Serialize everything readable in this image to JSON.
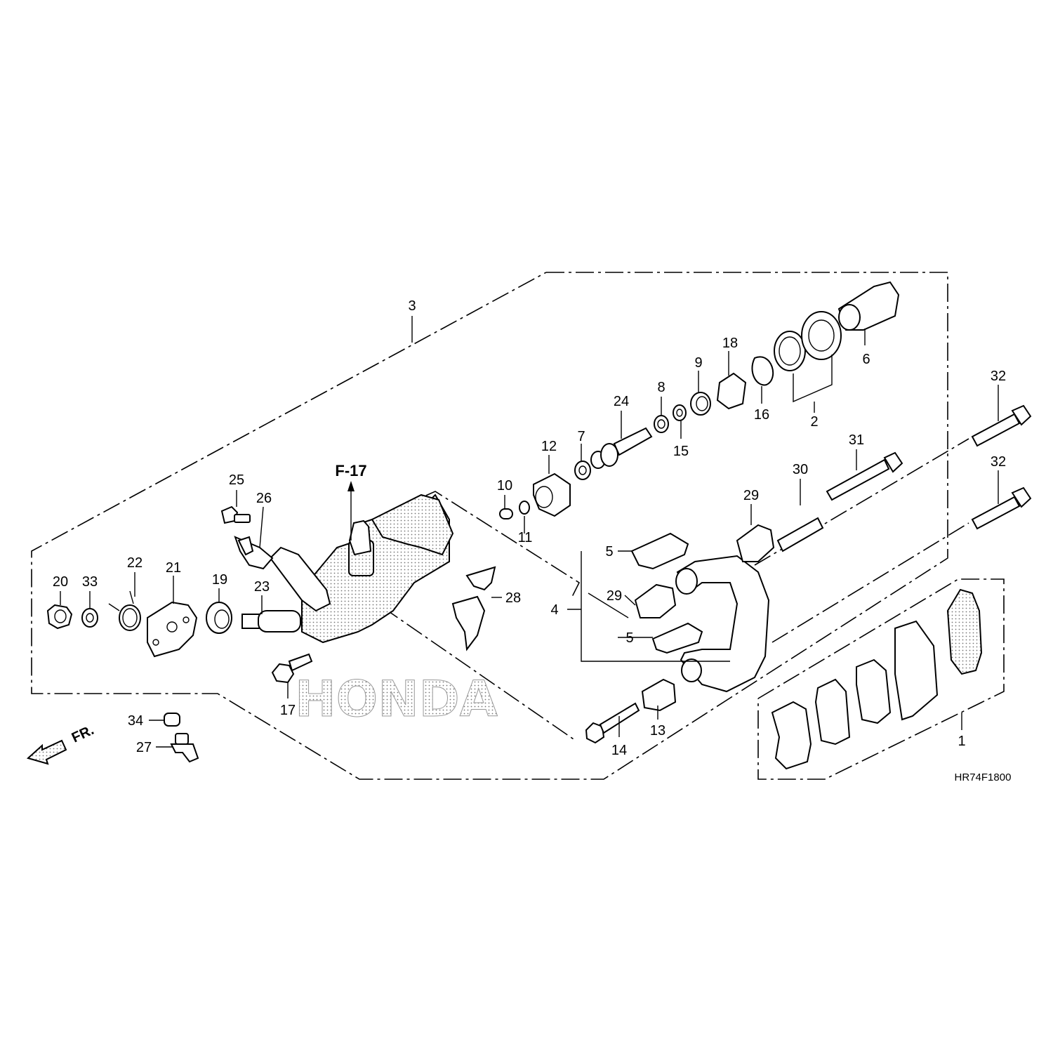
{
  "diagram": {
    "callouts": [
      "1",
      "2",
      "3",
      "4",
      "5",
      "5",
      "6",
      "7",
      "8",
      "9",
      "10",
      "11",
      "12",
      "13",
      "14",
      "15",
      "16",
      "17",
      "18",
      "19",
      "20",
      "21",
      "22",
      "23",
      "24",
      "25",
      "26",
      "27",
      "28",
      "29",
      "29",
      "30",
      "31",
      "32",
      "32",
      "33",
      "34"
    ],
    "reference": "F-17",
    "front_indicator": "FR.",
    "watermark": "HONDA",
    "drawing_code": "HR74F1800"
  }
}
